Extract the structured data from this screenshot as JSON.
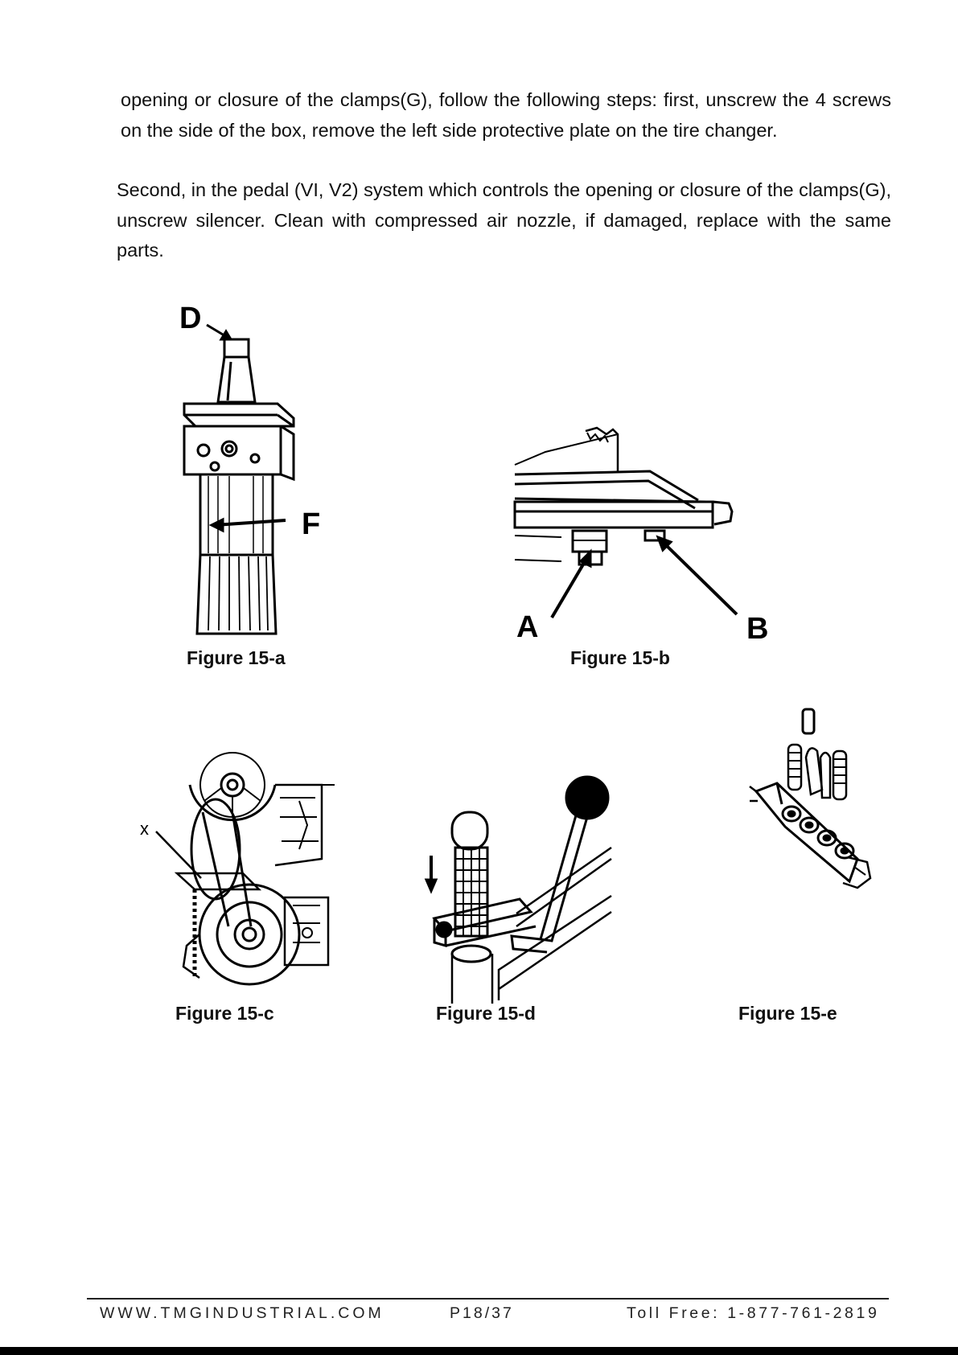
{
  "body": {
    "paragraph_1": "opening or closure of the clamps(G), follow the following steps: first, unscrew the 4 screws on the side of the box, remove the left side protective plate on the tire changer.",
    "paragraph_2": "Second, in the pedal (VI, V2) system which controls the opening or closure of the clamps(G), unscrew silencer. Clean with compressed air nozzle, if damaged, replace with the same parts."
  },
  "figures": {
    "fig_a": {
      "caption": "Figure 15-a",
      "callouts": [
        "D",
        "F"
      ]
    },
    "fig_b": {
      "caption": "Figure 15-b",
      "callouts": [
        "A",
        "B"
      ]
    },
    "fig_c": {
      "caption": "Figure 15-c",
      "callouts": [
        "x"
      ]
    },
    "fig_d": {
      "caption": "Figure 15-d"
    },
    "fig_e": {
      "caption": "Figure 15-e"
    }
  },
  "footer": {
    "website": "WWW.TMGINDUSTRIAL.COM",
    "page": "P18/37",
    "phone": "Toll Free: 1-877-761-2819"
  }
}
